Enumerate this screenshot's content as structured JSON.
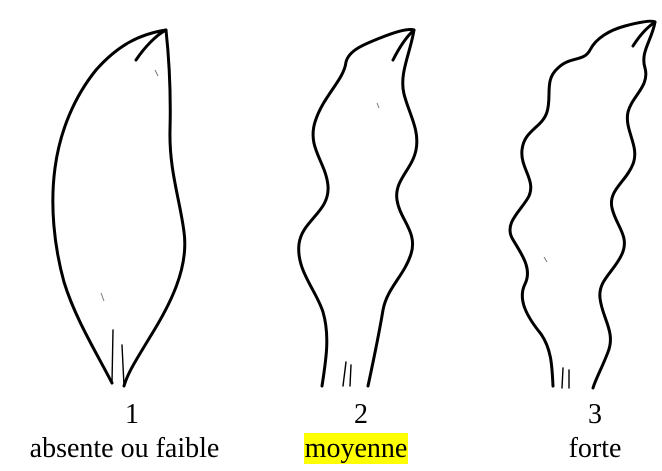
{
  "items": [
    {
      "number": "1",
      "label": "absente ou faible",
      "highlighted": false
    },
    {
      "number": "2",
      "label": "moyenne",
      "highlighted": true
    },
    {
      "number": "3",
      "label": "forte",
      "highlighted": false
    }
  ],
  "colors": {
    "highlight": "#ffff00",
    "line": "#000000",
    "background": "#ffffff"
  }
}
